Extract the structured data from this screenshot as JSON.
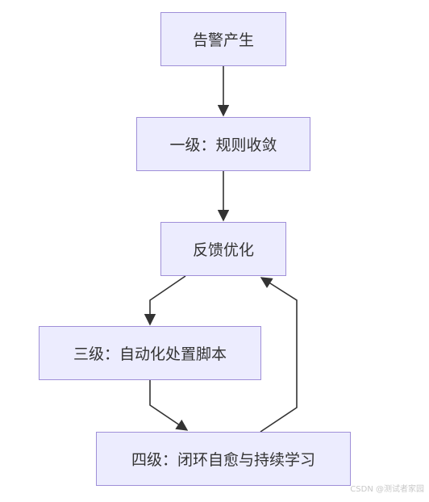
{
  "nodes": [
    {
      "id": "n1",
      "label": "告警产生"
    },
    {
      "id": "n2",
      "label": "一级：规则收敛"
    },
    {
      "id": "n3",
      "label": "反馈优化"
    },
    {
      "id": "n4",
      "label": "三级：自动化处置脚本"
    },
    {
      "id": "n5",
      "label": "四级：闭环自愈与持续学习"
    }
  ],
  "edges": [
    {
      "from": "n1",
      "to": "n2"
    },
    {
      "from": "n2",
      "to": "n3"
    },
    {
      "from": "n3",
      "to": "n4"
    },
    {
      "from": "n4",
      "to": "n5"
    },
    {
      "from": "n5",
      "to": "n3"
    }
  ],
  "watermark": "CSDN @测试者家园",
  "colors": {
    "node_fill": "#ececfe",
    "node_border": "#9f8fd8",
    "edge": "#333333",
    "text": "#333333"
  }
}
